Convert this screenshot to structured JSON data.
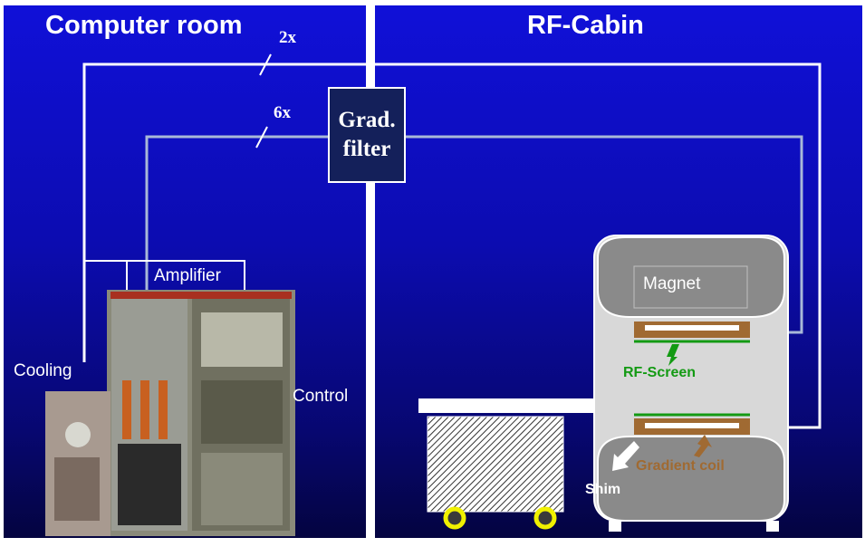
{
  "rooms": {
    "computer_room_title": "Computer room",
    "rf_cabin_title": "RF-Cabin"
  },
  "cable_counts": {
    "upper": "2x",
    "lower": "6x"
  },
  "filter": {
    "label": "Grad.\nfilter"
  },
  "equipment": {
    "amplifier": "Amplifier",
    "cooling": "Cooling",
    "control": "Control"
  },
  "scanner": {
    "magnet": "Magnet",
    "rf_screen": "RF-Screen",
    "gradient_coil": "Gradient coil",
    "shim": "Shim"
  },
  "colors": {
    "wire_outer": "#ffffff",
    "wire_inner": "#a8b8d8",
    "rf_screen": "#139a13",
    "gradient_coil": "#a06a32",
    "scanner_body": "#d8d8d8",
    "magnet_cap": "#8a8a8a"
  }
}
